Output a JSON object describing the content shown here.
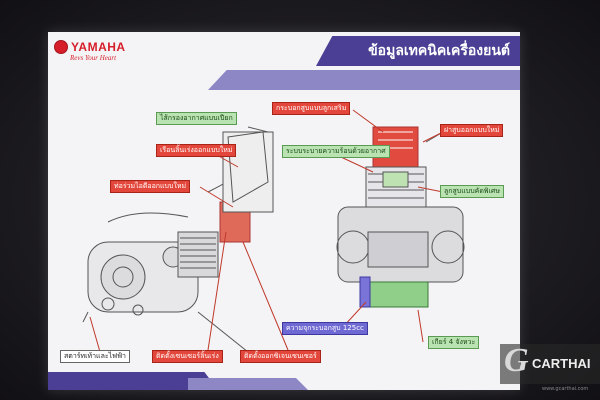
{
  "slide": {
    "title": "ข้อมูลเทคนิคเครื่องยนต์",
    "brand": "YAMAHA",
    "tagline": "Revs Your Heart"
  },
  "labels": {
    "air_filter": "ไส้กรองอากาศแบบเปียก",
    "new_intake": "เรือนลิ้นเร่งออกแบบใหม่",
    "new_intake_pipe": "ท่อร่วมไอดีออกแบบใหม่",
    "starter": "สตาร์ทเท้าและไฟฟ้า",
    "throttle_sensor": "ติดตั้งเซนเซอร์ลิ้นเร่ง",
    "o2_sensor": "ติดตั้งออกซิเจนเซนเซอร์",
    "cylinder_head": "กระบอกสูบแบบลูกเสริม",
    "cylinder_cover": "ฝาสูบออกแบบใหม่",
    "cooling": "ระบบระบายความร้อนด้วยอากาศ",
    "piston": "ลูกสูบแบบคัดพิเศษ",
    "displacement": "ความจุกระบอกสูบ 125cc",
    "gear": "เกียร์ 4 จังหวะ"
  },
  "watermark": {
    "letter": "G",
    "name": "CARTHAI",
    "url": "www.gcarthai.com"
  },
  "colors": {
    "banner": "#4a3f95",
    "stripe": "#8e87c6",
    "label_red": "#e3463a",
    "label_green": "#b9e3b1",
    "brand_red": "#d61e2a"
  }
}
